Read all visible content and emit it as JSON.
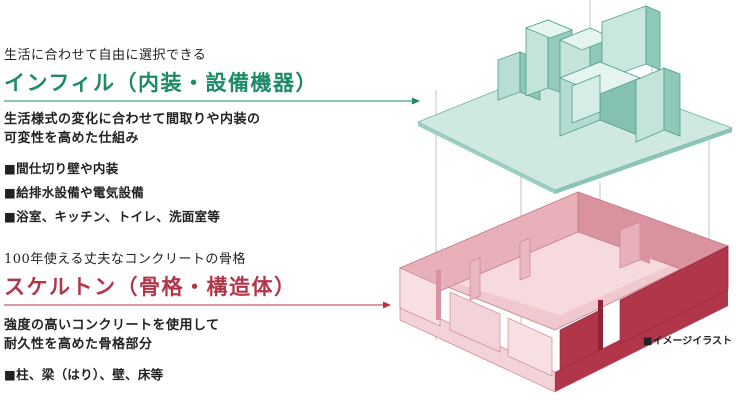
{
  "infill": {
    "subtitle": "生活に合わせて自由に選択できる",
    "heading": "インフィル（内装・設備機器）",
    "description": [
      "生活様式の変化に合わせて間取りや内装の",
      "可変性を高めた仕組み"
    ],
    "items": [
      "■間仕切り壁や内装",
      "■給排水設備や電気設備",
      "■浴室、キッチン、トイレ、洗面室等"
    ]
  },
  "skeleton": {
    "subtitle": "100年使える丈夫なコンクリートの骨格",
    "heading": "スケルトン（骨格・構造体）",
    "description": [
      "強度の高いコンクリートを使用して",
      "耐久性を高めた骨格部分"
    ],
    "items": [
      "■柱、梁（はり）、壁、床等"
    ]
  },
  "caption": "■イメージイラスト",
  "colors": {
    "infill_accent": "#1d8a68",
    "skeleton_accent": "#b2364a",
    "text": "#222222"
  }
}
